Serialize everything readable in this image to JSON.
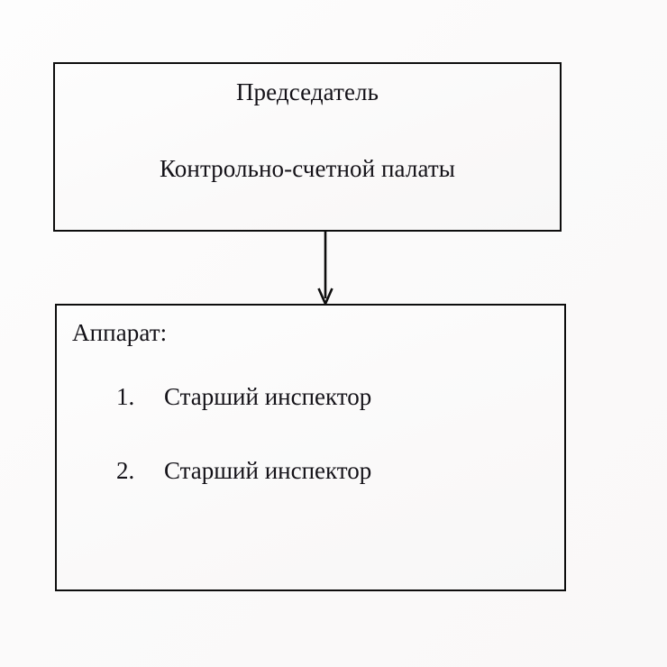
{
  "diagram": {
    "type": "organizational-chart",
    "background_color": "#fbfafa",
    "border_color": "#0d0d0d",
    "text_color": "#141218",
    "nodes": {
      "chairman": {
        "title": "Председатель",
        "subtitle": "Контрольно-счетной палаты"
      },
      "apparatus": {
        "heading": "Аппарат:",
        "items": [
          {
            "number": "1.",
            "label": "Старший инспектор"
          },
          {
            "number": "2.",
            "label": "Старший инспектор"
          }
        ]
      }
    },
    "connector": {
      "name": "down-arrow",
      "from": "chairman",
      "to": "apparatus",
      "direction": "down"
    }
  }
}
